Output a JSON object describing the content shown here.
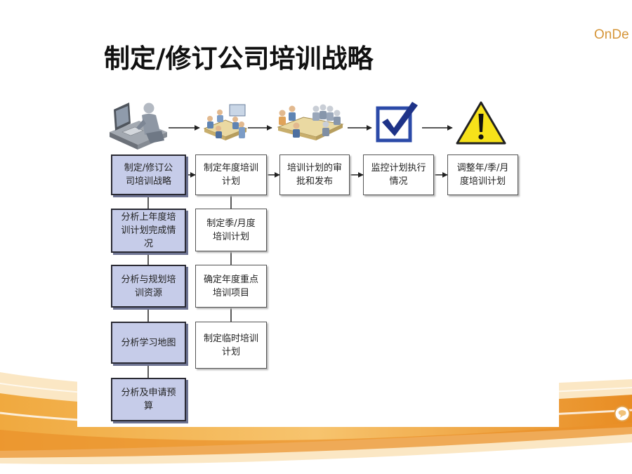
{
  "slide": {
    "title": "制定/修订公司培训战略",
    "logo_text": "OnDe"
  },
  "icons": {
    "step_1": "computer-user-icon",
    "step_2": "team-meeting-icon",
    "step_3": "group-discussion-icon",
    "step_4": "checkbox-icon",
    "step_5": "warning-icon",
    "corner": "chat-bubble-icon"
  },
  "flow": {
    "top_row": [
      {
        "label": "制定/修订公司培训战略"
      },
      {
        "label": "制定年度培训计划"
      },
      {
        "label": "培训计划的审批和发布"
      },
      {
        "label": "监控计划执行情况"
      },
      {
        "label": "调整年/季/月度培训计划"
      }
    ],
    "strategy_subtasks": [
      {
        "label": "分析上年度培训计划完成情况"
      },
      {
        "label": "分析与规划培训资源"
      },
      {
        "label": "分析学习地图"
      },
      {
        "label": "分析及申请预算"
      }
    ],
    "plan_subtasks": [
      {
        "label": "制定季/月度培训计划"
      },
      {
        "label": "确定年度重点培训项目"
      },
      {
        "label": "制定临时培训计划"
      }
    ]
  },
  "colors": {
    "highlight_fill": "#c6cce9",
    "box_border": "#2a2a33",
    "logo": "#d6963a",
    "accent_orange": "#e9902a",
    "checkbox_blue": "#2b4aa8",
    "warning_yellow": "#f7e21a"
  }
}
